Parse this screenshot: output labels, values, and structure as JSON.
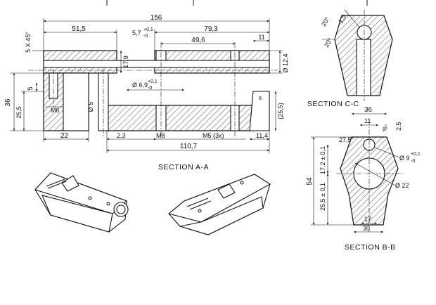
{
  "section_aa": {
    "caption": "SECTION A-A",
    "dims": {
      "d156": "156",
      "d51_5": "51,5",
      "d5_7": "5,7",
      "d5_7_tol_up": "+0,1",
      "d5_7_tol_lo": "-0",
      "d79_3": "79,3",
      "d49_6": "49,6",
      "d11": "11",
      "d12_4": "Ø 12,4",
      "d5x45": "5 X 45°",
      "d17_9": "17,9",
      "d36": "36",
      "d25_5": "25,5",
      "d5": "5",
      "dm6": "M6",
      "d_dia5": "Ø 5",
      "d6_9": "Ø 6,9",
      "d6_9_tol_up": "+0,1",
      "d6_9_tol_lo": "-0",
      "d25_5r": "(25,5)",
      "d22": "22",
      "d2_3": "2,3",
      "dm8": "M8",
      "dm5": "M5 (3x)",
      "d11_4": "11,4",
      "d110_7": "110,7",
      "d8": "8"
    }
  },
  "section_cc": {
    "caption": "SECTION C-C",
    "dims": {
      "d20a": "20°",
      "d1_5": "1,5",
      "d20b": "20°"
    }
  },
  "section_bb": {
    "caption": "SECTION B-B",
    "dims": {
      "d36": "36",
      "d11": "11",
      "d2_5": "2,5",
      "d27_5": "27,5°",
      "d45": "45°",
      "d54": "54",
      "d17_2": "17,2 ± 0,1",
      "d25_5": "25,5 ± 0,1",
      "d9": "Ø 9",
      "d9_tol_up": "+0,1",
      "d9_tol_lo": "-0",
      "d22": "Ø 22",
      "d17": "17",
      "d30": "30"
    }
  }
}
